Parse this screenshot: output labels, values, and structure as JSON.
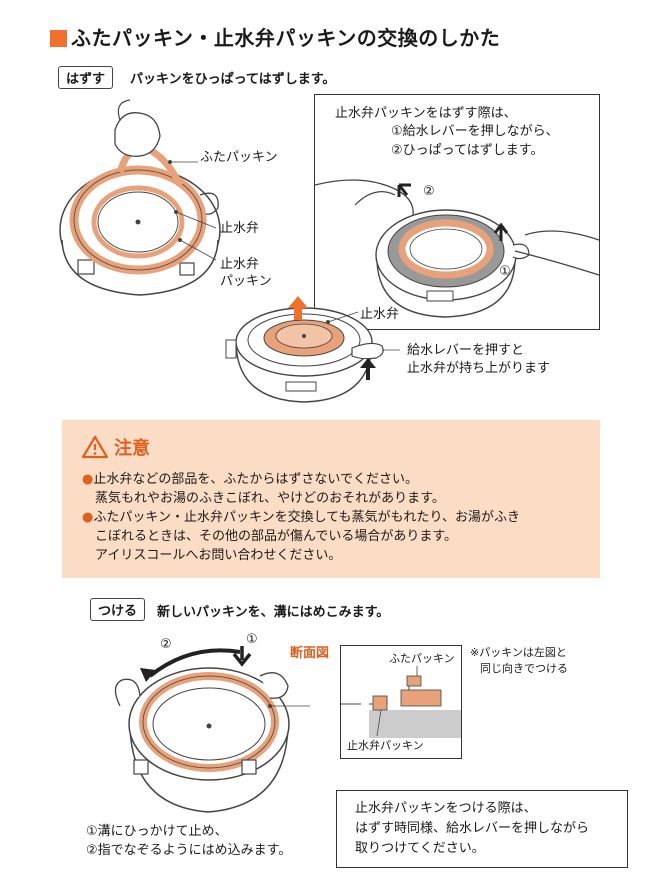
{
  "title": "ふたパッキン・止水弁パッキンの交換のしかた",
  "remove": {
    "tag": "はずす",
    "instruction": "パッキンをひっぱってはずします。",
    "labels": {
      "lid_packing": "ふたパッキン",
      "valve": "止水弁",
      "valve_packing_1": "止水弁",
      "valve_packing_2": "パッキン"
    },
    "box": {
      "line1": "止水弁パッキンをはずす際は、",
      "line2": "①給水レバーを押しながら、",
      "line3": "②ひっぱってはずします。",
      "num1": "①",
      "num2": "②"
    },
    "lower": {
      "valve": "止水弁",
      "lever_1": "給水レバーを押すと",
      "lever_2": "止水弁が持ち上がります"
    }
  },
  "caution": {
    "heading": "注意",
    "bullet": "●",
    "item1_line1": "止水弁などの部品を、ふたからはずさないでください。",
    "item1_line2": "蒸気もれやお湯のふきこぼれ、やけどのおそれがあります。",
    "item2_line1": "ふたパッキン・止水弁パッキンを交換しても蒸気がもれたり、お湯がふき",
    "item2_line2": "こぼれるときは、その他の部品が傷んでいる場合があります。",
    "item2_line3": "アイリスコールへお問い合わせください。"
  },
  "attach": {
    "tag": "つける",
    "instruction": "新しいパッキンを、溝にはめこみます。",
    "num1": "①",
    "num2": "②",
    "section_label": "断面図",
    "section_lid": "ふたパッキン",
    "section_valve": "止水弁パッキン",
    "note_line1": "※パッキンは左図と",
    "note_line2": "同じ向きでつける",
    "step1": "①溝にひっかけて止め、",
    "step2": "②指でなぞるようにはめ込みます。",
    "box_line1": "止水弁パッキンをつける際は、",
    "box_line2": "はずす時同様、給水レバーを押しながら",
    "box_line3": "取りつけてください。"
  },
  "colors": {
    "accent": "#f07030",
    "packing": "#e8a27a",
    "caution_bg": "#fbdcc4",
    "caution_text": "#e0601e"
  }
}
